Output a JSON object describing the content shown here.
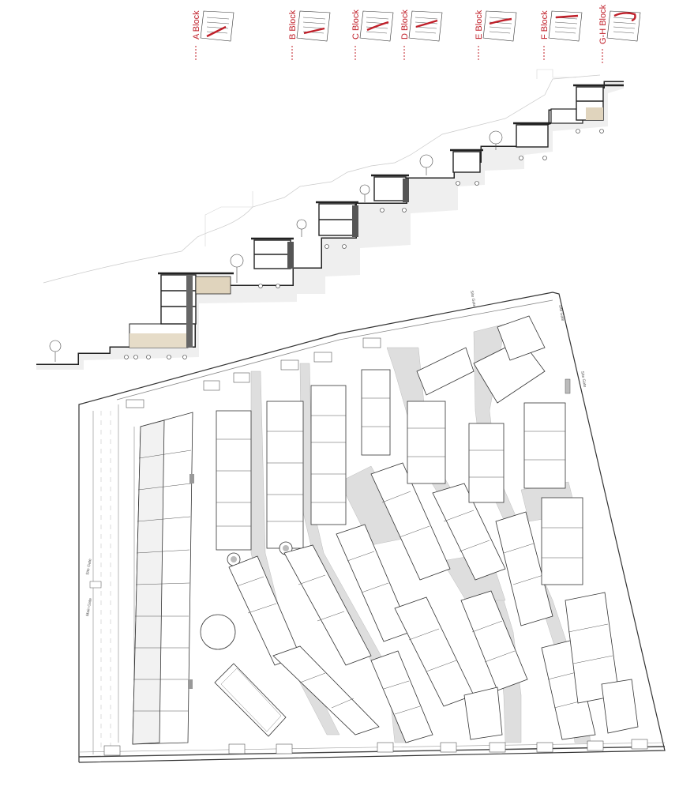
{
  "colors": {
    "accent_red": "#c0202a",
    "line": "#2a2a2a",
    "path_fill": "#dedede",
    "terrace_fill": "#cdbfa6",
    "background": "#ffffff"
  },
  "key_labels": [
    "A Block",
    "B Block",
    "C Block",
    "D Block",
    "E Block",
    "F Block",
    "G-H Block"
  ],
  "gate_labels": [
    "Site Gate",
    "Main Gate",
    "Site Gate",
    "Site Gate",
    "Site Gate"
  ]
}
